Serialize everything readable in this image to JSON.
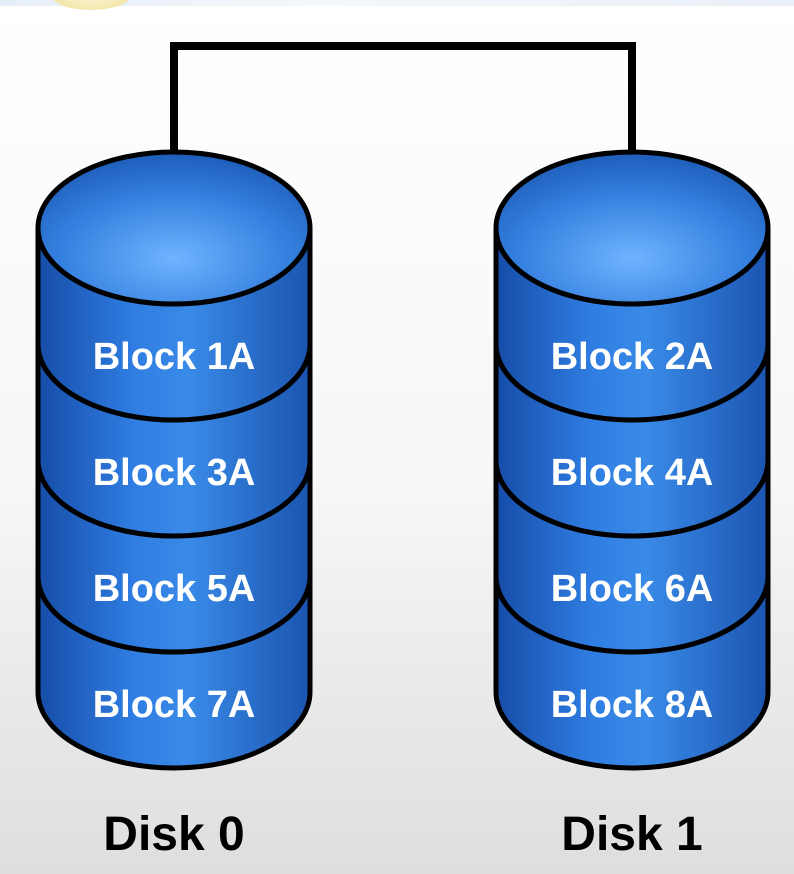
{
  "colors": {
    "disk_fill": "#1f5fbf",
    "disk_stroke": "#000000",
    "connector": "#000000",
    "block_text": "#ffffff",
    "disk_label_text": "#000000"
  },
  "disks": [
    {
      "label": "Disk 0",
      "blocks": [
        "Block 1A",
        "Block 3A",
        "Block 5A",
        "Block 7A"
      ]
    },
    {
      "label": "Disk 1",
      "blocks": [
        "Block 2A",
        "Block 4A",
        "Block 6A",
        "Block 8A"
      ]
    }
  ]
}
